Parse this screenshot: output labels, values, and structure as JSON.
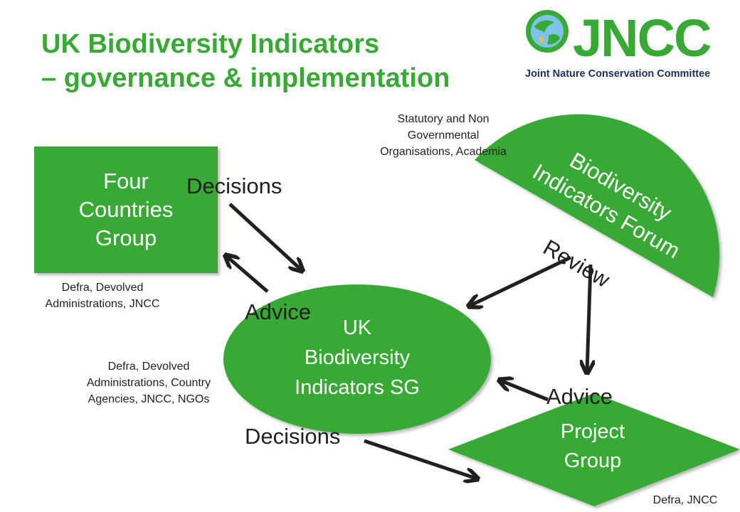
{
  "title": {
    "line1": "UK Biodiversity Indicators",
    "line2": "– governance & implementation"
  },
  "logo": {
    "name": "JNCC",
    "full_name": "Joint Nature Conservation Committee"
  },
  "nodes": {
    "four_countries": "Four Countries Group",
    "uk_sg_line1": "UK",
    "uk_sg_line2": "Biodiversity",
    "uk_sg_line3": "Indicators SG",
    "forum_line1": "Biodiversity",
    "forum_line2": "Indicators Forum",
    "project_line1": "Project",
    "project_line2": "Group"
  },
  "edge_labels": {
    "decisions_top": "Decisions",
    "advice_left": "Advice",
    "review": "Review",
    "advice_right": "Advice",
    "decisions_bottom": "Decisions"
  },
  "notes": {
    "forum_members_1": "Statutory and Non",
    "forum_members_2": "Governmental",
    "forum_members_3": "Organisations, Academia",
    "four_members_1": "Defra, Devolved",
    "four_members_2": "Administrations, JNCC",
    "sg_members_1": "Defra, Devolved",
    "sg_members_2": "Administrations, Country",
    "sg_members_3": "Agencies, JNCC, NGOs",
    "project_members": "Defra, JNCC"
  },
  "colors": {
    "green": "#39a935",
    "dark_text": "#231f20",
    "navy": "#1d2f5e"
  }
}
